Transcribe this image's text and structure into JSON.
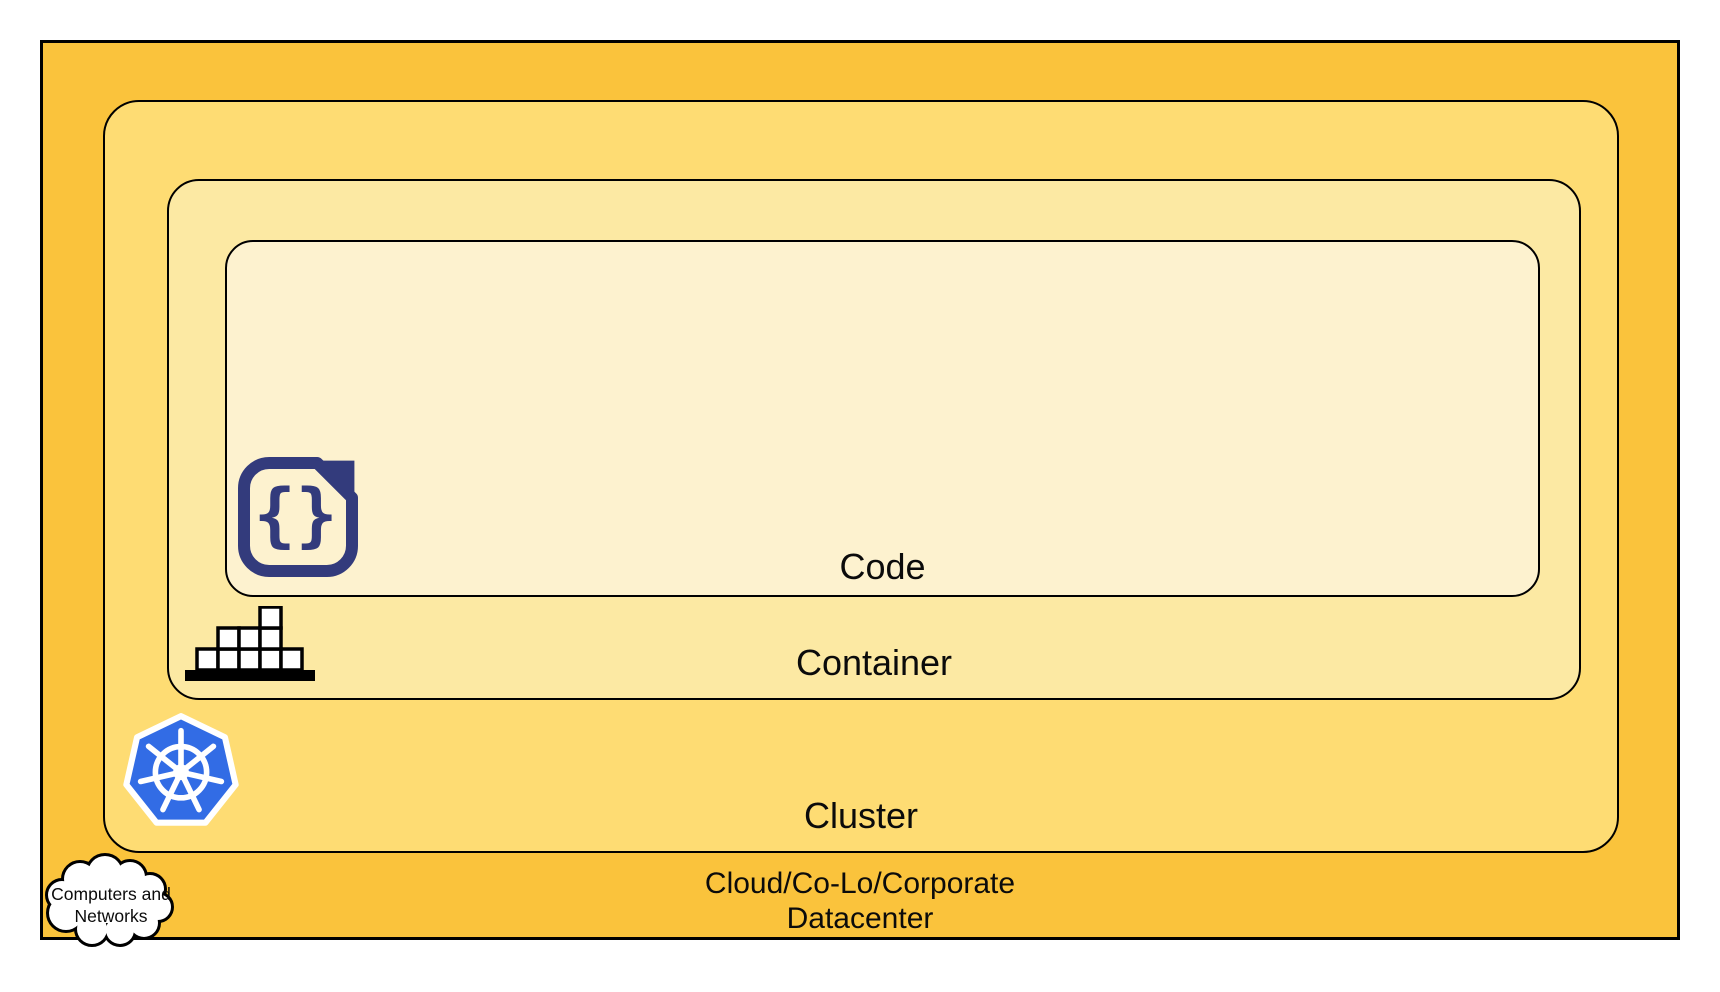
{
  "diagram": {
    "layers": {
      "code": {
        "label": "Code"
      },
      "container": {
        "label": "Container"
      },
      "cluster": {
        "label": "Cluster"
      },
      "datacenter": {
        "label_line1": "Cloud/Co-Lo/Corporate",
        "label_line2": "Datacenter"
      }
    },
    "cloud_callout": {
      "label_line1": "Computers and",
      "label_line2": "Networks"
    },
    "icons": {
      "code": "code-file-icon",
      "code_glyph": "{}",
      "container": "container-blocks-icon",
      "cluster": "kubernetes-helm-icon",
      "network": "cloud-icon"
    },
    "colors": {
      "datacenter_fill": "#FAC33C",
      "cluster_fill": "#FEDC73",
      "container_fill": "#FCE9A3",
      "code_fill": "#FDF2CF",
      "outline": "#000000",
      "code_icon_navy": "#333B7C",
      "kubernetes_blue": "#326CE5",
      "cloud_fill": "#FFFFFF"
    }
  }
}
